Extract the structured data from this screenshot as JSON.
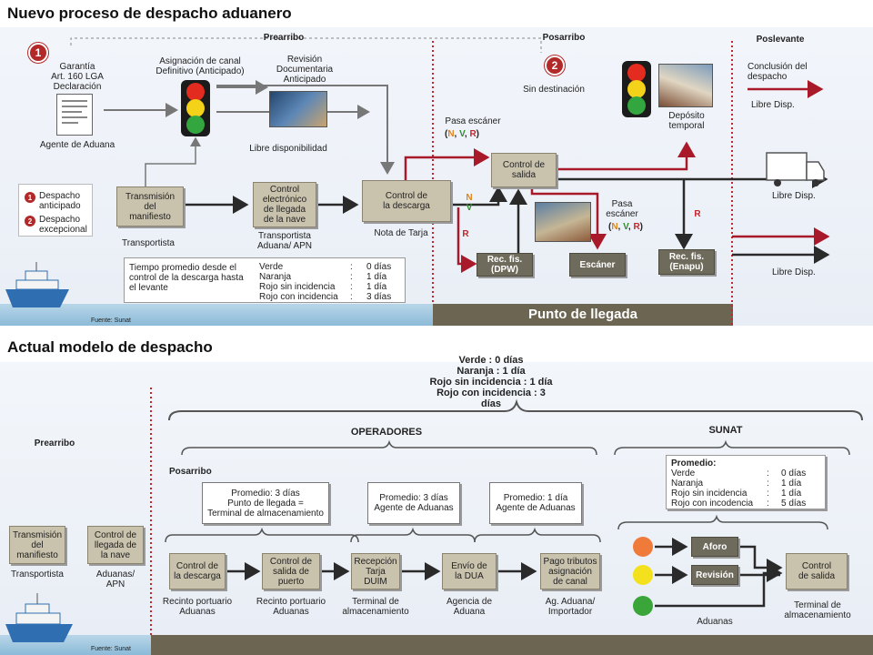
{
  "top": {
    "title": "Nuevo proceso de despacho aduanero",
    "zones": {
      "prearribo": "Prearribo",
      "posarribo": "Posarribo",
      "poslevante": "Poslevante"
    },
    "num1": "1",
    "num2": "2",
    "garantia": "Garantía\nArt. 160 LGA\nDeclaración",
    "agente": "Agente de Aduana",
    "asignacion": "Asignación de canal\nDefinitivo (Anticipado)",
    "revision_doc": "Revisión\nDocumentaria\nAnticipado",
    "libre_disponibilidad": "Libre disponibilidad",
    "transmision": "Transmisión\ndel\nmanifiesto",
    "transportista": "Transportista",
    "control_electronico": "Control\nelectrónico\nde llegada\nde la nave",
    "transportista_apn": "Transportista\nAduana/ APN",
    "control_descarga": "Control de\nla descarga",
    "nota_tarja": "Nota de Tarja",
    "sin_destinacion": "Sin destinación",
    "pasa_escaner_1": "Pasa escáner",
    "pasa_escaner_1_n": "N",
    "pasa_escaner_1_v": "V",
    "pasa_escaner_1_r": "R",
    "control_salida": "Control de\nsalida",
    "pasa_escaner_2": "Pasa\nescáner",
    "n": "N",
    "v": "V",
    "r": "R",
    "r2": "R",
    "r3": "R",
    "deposito_temporal": "Depósito\ntemporal",
    "conclusion": "Conclusión del\ndespacho",
    "libre_disp_1": "Libre Disp.",
    "libre_disp_2": "Libre Disp.",
    "libre_disp_3": "Libre Disp.",
    "rec_fis_dpw": "Rec. fis.\n(DPW)",
    "escaner": "Escáner",
    "rec_fis_enapu": "Rec. fis.\n(Enapu)",
    "punto_llegada": "Punto de llegada",
    "legend": {
      "anticipado": "Despacho\nanticipado",
      "excepcional": "Despacho\nexcepcional"
    },
    "tiempo_label": "Tiempo promedio desde el\ncontrol de la descarga hasta\nel levante",
    "tiempos": [
      {
        "k": "Verde",
        "v": "0 días"
      },
      {
        "k": "Naranja",
        "v": "1 día"
      },
      {
        "k": "Rojo sin incidencia",
        "v": "1 día"
      },
      {
        "k": "Rojo con incidencia",
        "v": "3 días"
      }
    ],
    "fuente": "Fuente: Sunat",
    "colors": {
      "red_arrow": "#a8192a",
      "dark_arrow": "#2a2a2a",
      "divider": "#c0262b"
    }
  },
  "bottom": {
    "title": "Actual modelo de despacho",
    "summary": [
      "Verde : 0 días",
      "Naranja : 1 día",
      "Rojo sin incidencia : 1 día",
      "Rojo con incidencia : 3 días"
    ],
    "operadores": "OPERADORES",
    "sunat": "SUNAT",
    "prearribo": "Prearribo",
    "posarribo": "Posarribo",
    "transmision": "Transmisión\ndel\nmanifiesto",
    "transportista": "Transportista",
    "control_llegada": "Control de\nllegada de\nla nave",
    "aduanas_apn": "Aduanas/\nAPN",
    "prom_terminal": "Promedio: 3 días\nPunto de llegada =\nTerminal de almacenamiento",
    "prom_agente3": "Promedio: 3 días\nAgente de Aduanas",
    "prom_agente1": "Promedio: 1 día\nAgente de Aduanas",
    "sunat_promedio_title": "Promedio:",
    "sunat_promedio": [
      {
        "k": "Verde",
        "v": "0 días"
      },
      {
        "k": "Naranja",
        "v": "1 día"
      },
      {
        "k": "Rojo sin incidencia",
        "v": "1 día"
      },
      {
        "k": "Rojo con incodencia",
        "v": "5 días"
      }
    ],
    "steps": [
      {
        "box": "Control de\nla descarga",
        "label": "Recinto portuario\nAduanas"
      },
      {
        "box": "Control de\nsalida de\npuerto",
        "label": "Recinto portuario\nAduanas"
      },
      {
        "box": "Recepción\nTarja\nDUIM",
        "label": "Terminal de\nalmacenamiento"
      },
      {
        "box": "Envío de\nla DUA",
        "label": "Agencia de\nAduana"
      },
      {
        "box": "Pago tributos\nasignación\nde canal",
        "label": "Ag. Aduana/\nImportador"
      }
    ],
    "aforo": "Aforo",
    "revision": "Revisión",
    "control_salida": "Control\nde salida",
    "aduanas": "Aduanas",
    "terminal": "Terminal de\nalmacenamiento",
    "fuente": "Fuente: Sunat",
    "colors": {
      "orange": "#f07a3a",
      "yellow": "#f2e11c",
      "green": "#3aa63a"
    }
  }
}
